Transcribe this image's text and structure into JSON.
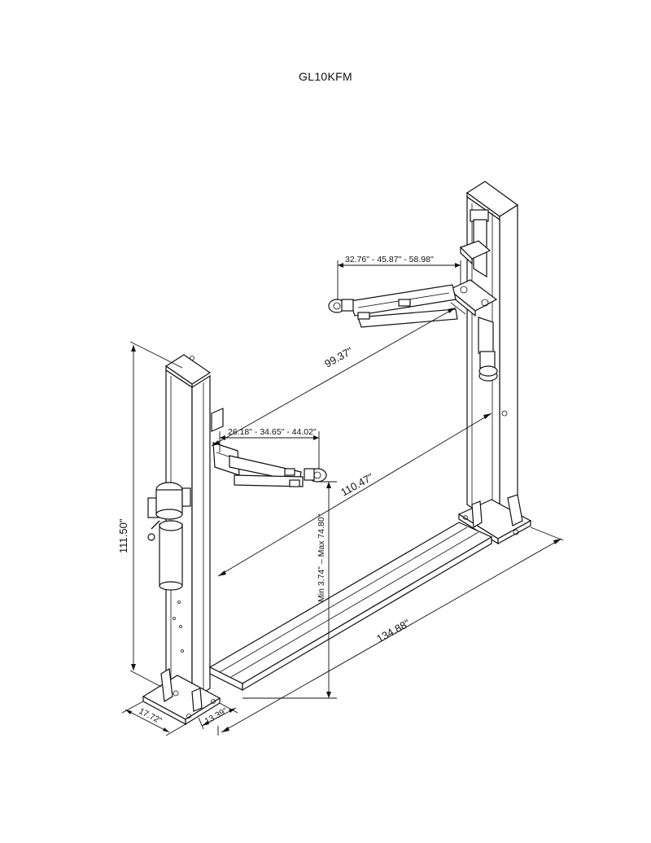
{
  "title": "GL10KFM",
  "dimensions": {
    "upper_arm_reach": "32.76\" - 45.87\" - 58.98\"",
    "lower_arm_reach": "26.18\" - 34.65\" - 44.02\"",
    "diagonal_upper": "99.37\"",
    "diagonal_lower": "110.47\"",
    "height": "111.50\"",
    "lift_height_range": "Min 3.74\" – Max 74.80\"",
    "overall_width": "134.88\"",
    "base_depth": "17.72\"",
    "base_width": "13.39\""
  }
}
